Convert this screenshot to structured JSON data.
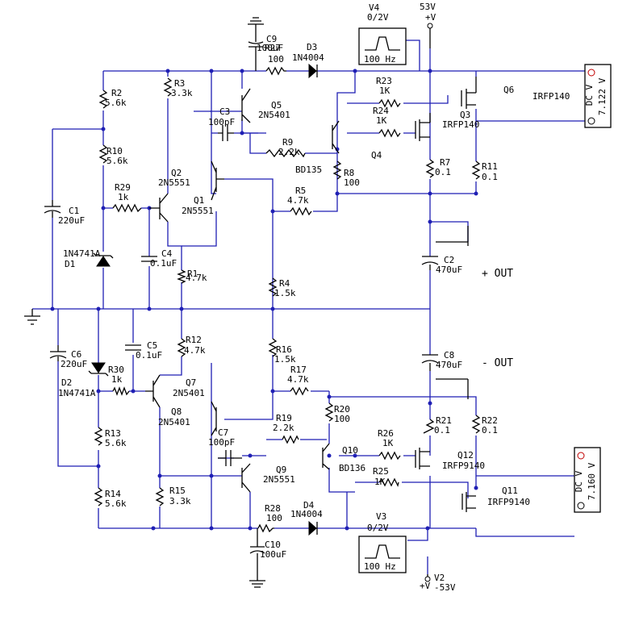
{
  "labels": {
    "R2": "R2",
    "R2v": "5.6k",
    "R3": "R3",
    "R3v": "3.3k",
    "R10": "R10",
    "R10v": "5.6k",
    "R29": "R29",
    "R29v": "1k",
    "Q2": "Q2",
    "Q2t": "2N5551",
    "Q1": "Q1",
    "Q1t": "2N5551",
    "C1": "C1",
    "C1v": "220uF",
    "D1": "D1",
    "D1t": "1N4741A",
    "C4": "C4",
    "C4v": "0.1uF",
    "R1": "R1",
    "R1v": "4.7k",
    "C9": "C9",
    "C9v": "100uF",
    "R27": "R27",
    "R27v": "100",
    "D3": "D3",
    "D3t": "1N4004",
    "V4": "V4",
    "V4v": "0/2V",
    "V4f": "100 Hz",
    "V1v": "53V",
    "V1p": "+V",
    "C3": "C3",
    "C3v": "100pF",
    "Q5": "Q5",
    "Q5t": "2N5401",
    "R9": "R9",
    "R9v": "2.2k",
    "Q4t": "BD135",
    "Q4": "Q4",
    "R8": "R8",
    "R8v": "100",
    "R5": "R5",
    "R5v": "4.7k",
    "R23": "R23",
    "R23v": "1K",
    "R24": "R24",
    "R24v": "1K",
    "Q6": "Q6",
    "Q6t": "IRFP140",
    "Q3": "Q3",
    "Q3t": "IRFP140",
    "R7": "R7",
    "R7v": "0.1",
    "R11": "R11",
    "R11v": "0.1",
    "R4": "R4",
    "R4v": "1.5k",
    "C2": "C2",
    "C2v": "470uF",
    "outp": "+ OUT",
    "C8": "C8",
    "C8v": "470uF",
    "outm": "- OUT",
    "C6": "C6",
    "C6v": "220uF",
    "D2": "D2",
    "D2t": "1N4741A",
    "C5": "C5",
    "C5v": "0.1uF",
    "R30": "R30",
    "R30v": "1k",
    "R12": "R12",
    "R12v": "4.7k",
    "Q7": "Q7",
    "Q7t": "2N5401",
    "Q8": "Q8",
    "Q8t": "2N5401",
    "R16": "R16",
    "R16v": "1.5k",
    "R17": "R17",
    "R17v": "4.7k",
    "R20": "R20",
    "R20v": "100",
    "R19": "R19",
    "R19v": "2.2k",
    "C7": "C7",
    "C7v": "100pF",
    "Q10": "Q10",
    "Q10t": "BD136",
    "R26": "R26",
    "R26v": "1K",
    "R25": "R25",
    "R25v": "1K",
    "R21": "R21",
    "R21v": "0.1",
    "R22": "R22",
    "R22v": "0.1",
    "Q12": "Q12",
    "Q12t": "IRFP9140",
    "Q11": "Q11",
    "Q11t": "IRFP9140",
    "R13": "R13",
    "R13v": "5.6k",
    "R14": "R14",
    "R14v": "5.6k",
    "R15": "R15",
    "R15v": "3.3k",
    "Q9": "Q9",
    "Q9t": "2N5551",
    "R28": "R28",
    "R28v": "100",
    "D4": "D4",
    "D4t": "1N4004",
    "C10": "C10",
    "C10v": "100uF",
    "V3": "V3",
    "V3v": "0/2V",
    "V3f": "100 Hz",
    "V2": "V2",
    "V2v": "-53V",
    "V2p": "+V"
  },
  "meters": [
    {
      "unit": "DC V",
      "value": "7.122 V"
    },
    {
      "unit": "DC V",
      "value": "7.160 V"
    }
  ],
  "icons": [
    "ground-icon",
    "voltmeter-icon",
    "pulse-source-icon",
    "battery-icon"
  ],
  "colors": {
    "wire": "#1f1fb4",
    "component": "#000000",
    "meter_terminal": "#c00000"
  }
}
